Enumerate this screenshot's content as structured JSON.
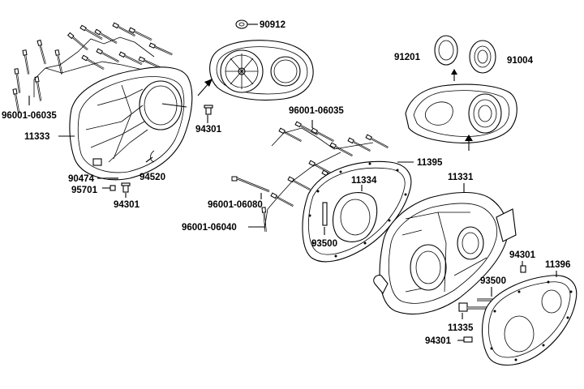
{
  "labels": {
    "p90912": "90912",
    "p91201": "91201",
    "p91004": "91004",
    "p96001_06035_a": "96001-06035",
    "p11333": "11333",
    "p94301_a": "94301",
    "p96001_06035_b": "96001-06035",
    "p11395": "11395",
    "p11331": "11331",
    "p90474": "90474",
    "p94520": "94520",
    "p95701": "95701",
    "p94301_b": "94301",
    "p11334": "11334",
    "p96001_06080": "96001-06080",
    "p96001_06040": "96001-06040",
    "p93500_a": "93500",
    "p94301_c": "94301",
    "p11396": "11396",
    "p93500_b": "93500",
    "p11335": "11335",
    "p94301_d": "94301"
  }
}
